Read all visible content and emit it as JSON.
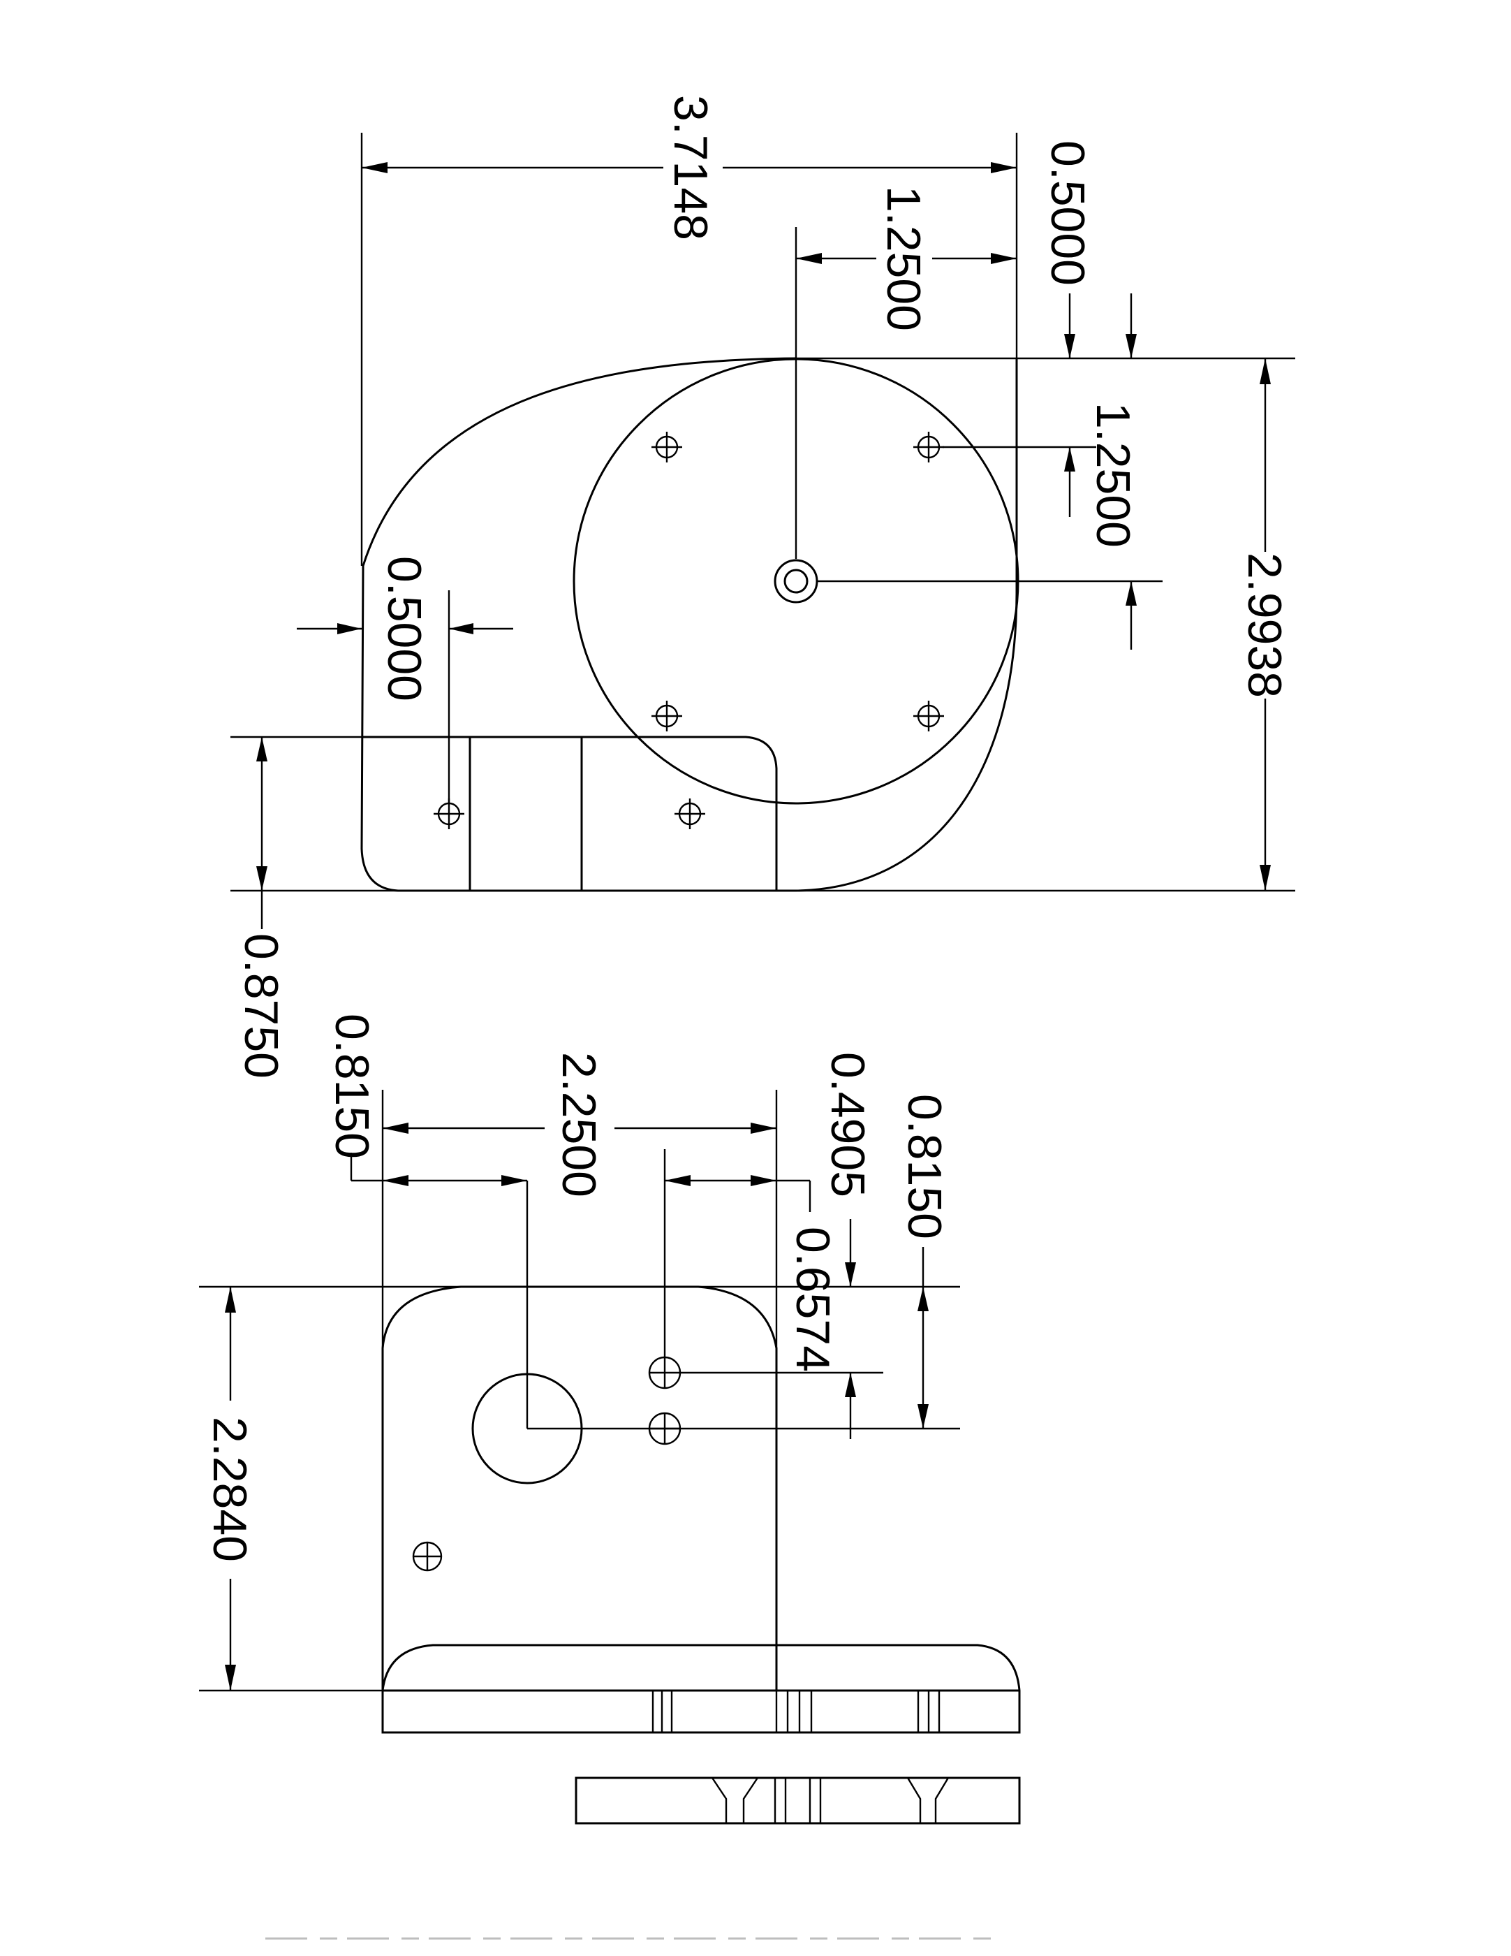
{
  "dimensions": {
    "top_overall_width": "3.7148",
    "top_edge_offset": "0.5000",
    "top_hub_offset_h": "1.2500",
    "top_hole_offset_v": "1.2500",
    "top_overall_height": "2.9938",
    "top_left_hole_offset": "0.5000",
    "top_bracket_depth": "0.8750",
    "bottom_left_offset": "0.8150",
    "bottom_width": "2.2500",
    "bottom_hole_offset": "0.4905",
    "bottom_right_offset": "0.8150",
    "bottom_hole_spacing": "0.6574",
    "bottom_height": "2.2840"
  }
}
